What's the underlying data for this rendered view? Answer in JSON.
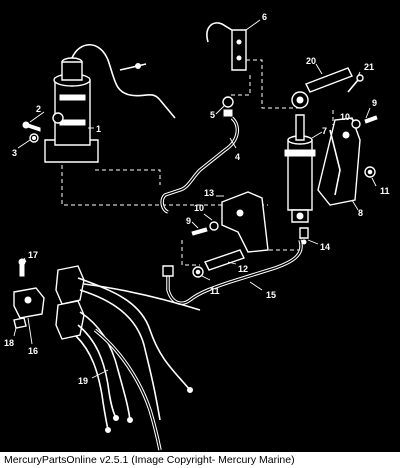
{
  "callouts": {
    "c1": "1",
    "c2": "2",
    "c3": "3",
    "c4": "4",
    "c5": "5",
    "c6": "6",
    "c7": "7",
    "c8": "8",
    "c9a": "9",
    "c9b": "9",
    "c10a": "10",
    "c10b": "10",
    "c11a": "11",
    "c11b": "11",
    "c12": "12",
    "c13": "13",
    "c14": "14",
    "c15": "15",
    "c16": "16",
    "c17": "17",
    "c18": "18",
    "c19": "19",
    "c20": "20",
    "c21": "21"
  },
  "footer": {
    "text": "MercuryPartsOnline v2.5.1 (Image Copyright- Mercury Marine)"
  },
  "colors": {
    "background": "#000000",
    "line": "#ffffff",
    "footer_bg": "#ffffff"
  }
}
